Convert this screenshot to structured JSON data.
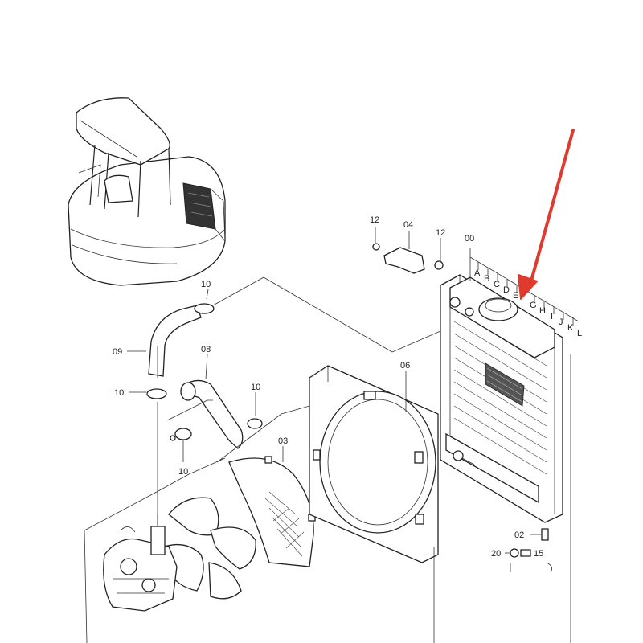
{
  "callouts": {
    "c00": "00",
    "c02": "02",
    "c03": "03",
    "c04": "04",
    "c06": "06",
    "c08": "08",
    "c09": "09",
    "c10a": "10",
    "c10b": "10",
    "c10c": "10",
    "c10d": "10",
    "c12a": "12",
    "c12b": "12",
    "c15": "15",
    "c20": "20"
  },
  "letter_callouts": [
    "A",
    "B",
    "C",
    "D",
    "E",
    "G",
    "H",
    "I",
    "J",
    "K",
    "L"
  ],
  "colors": {
    "line": "#222222",
    "arrow": "#e03a2f",
    "background": "#ffffff"
  }
}
